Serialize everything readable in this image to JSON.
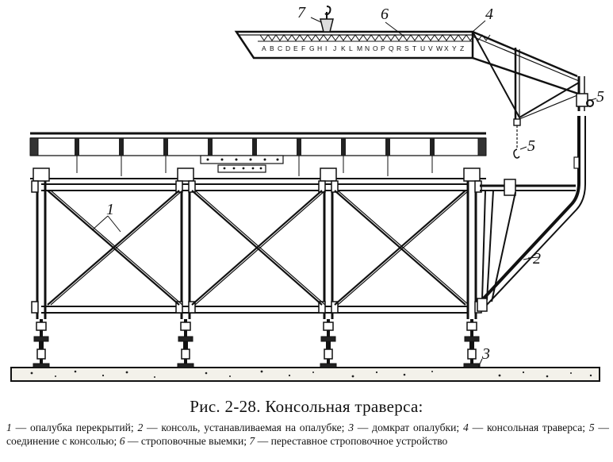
{
  "figure": {
    "callouts": [
      "1",
      "2",
      "3",
      "4",
      "5",
      "5",
      "6",
      "7"
    ],
    "slot_letters": [
      "A",
      "B",
      "C",
      "D",
      "E",
      "F",
      "G",
      "H",
      "I",
      "J",
      "K",
      "L",
      "M",
      "N",
      "O",
      "P",
      "Q",
      "R",
      "S",
      "T",
      "U",
      "V",
      "W",
      "X",
      "Y",
      "Z"
    ]
  },
  "caption": {
    "title": "Рис. 2-28. Консольная траверса:",
    "legend": [
      {
        "num": "1",
        "text": " — опалубка перекрытий; "
      },
      {
        "num": "2",
        "text": " — консоль, устанавливаемая на опалубке; "
      },
      {
        "num": "3",
        "text": " — домкрат опалубки; "
      },
      {
        "num": "4",
        "text": " — консольная траверса; "
      },
      {
        "num": "5",
        "text": " — соединение с консолью; "
      },
      {
        "num": "6",
        "text": " — строповочные выемки; "
      },
      {
        "num": "7",
        "text": " — переставное строповочное устройство"
      }
    ]
  }
}
